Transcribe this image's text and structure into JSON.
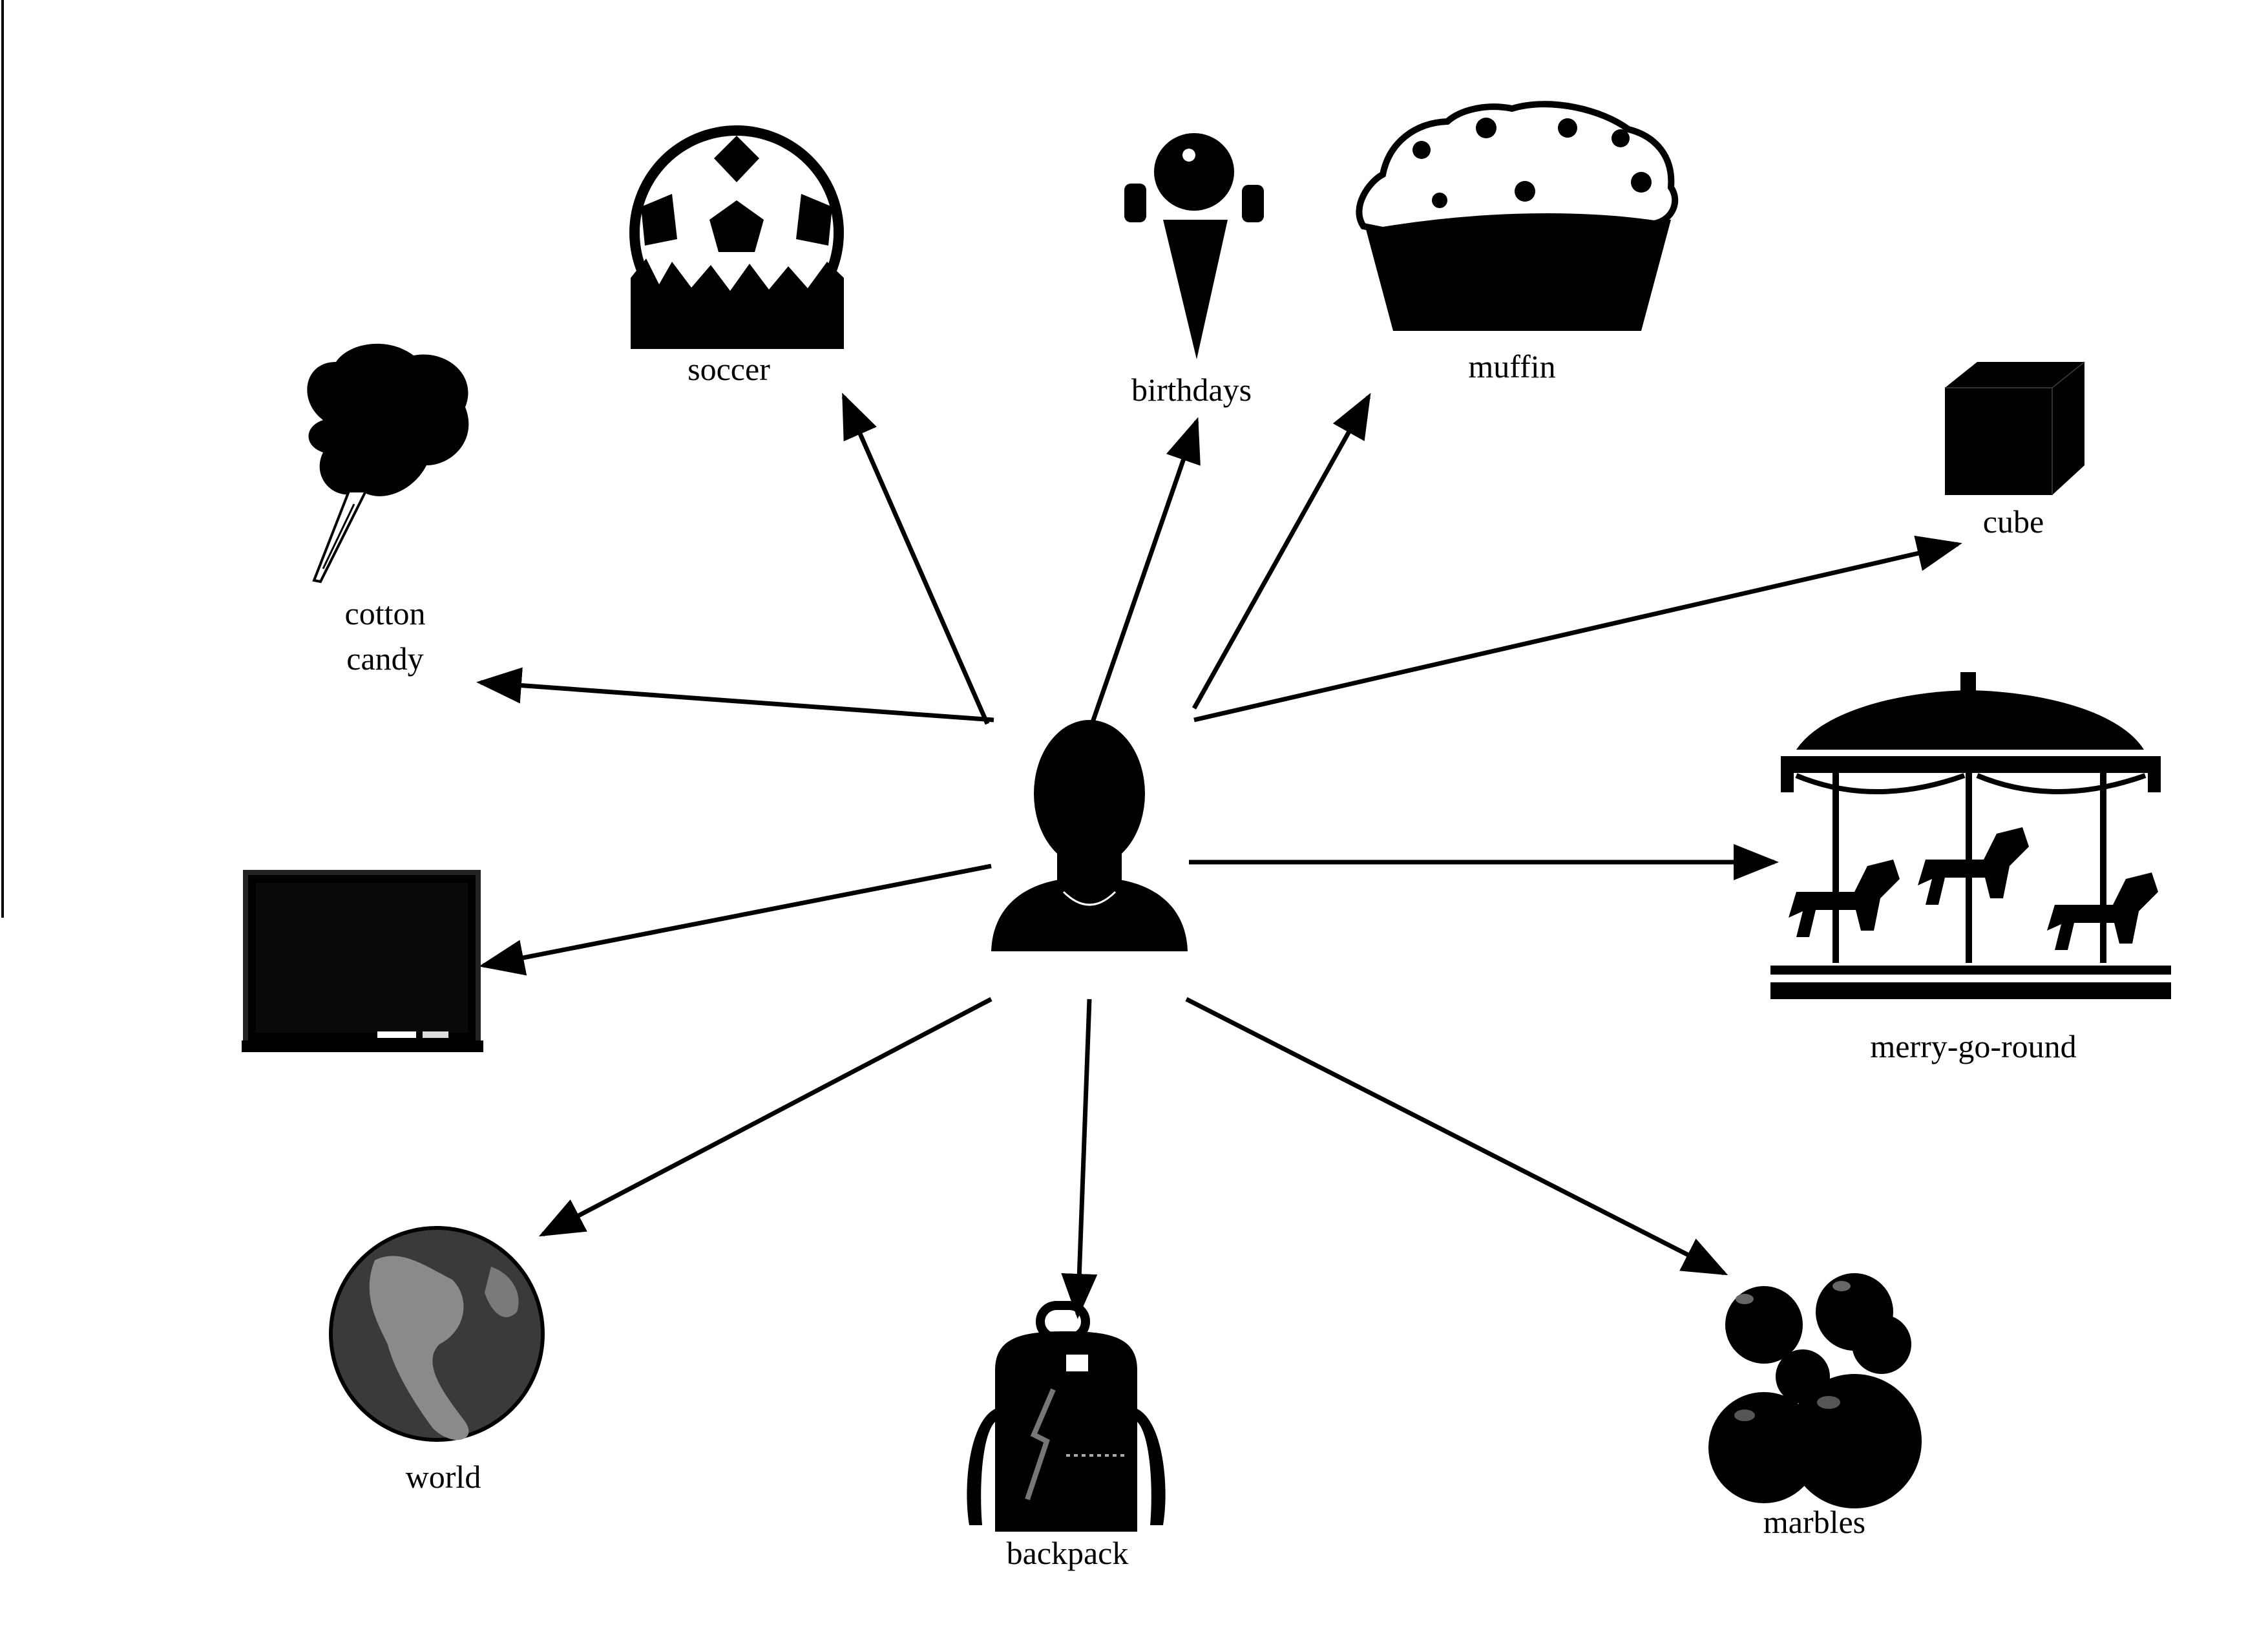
{
  "diagram": {
    "center": {
      "icon": "child-silhouette-icon"
    },
    "nodes": [
      {
        "id": "soccer",
        "label": "soccer",
        "icon": "soccer-ball-icon"
      },
      {
        "id": "birthdays",
        "label": "birthdays",
        "icon": "ice-cream-cone-icon"
      },
      {
        "id": "muffin",
        "label": "muffin",
        "icon": "muffin-icon"
      },
      {
        "id": "cube",
        "label": "cube",
        "icon": "cube-icon"
      },
      {
        "id": "cotton-candy",
        "label_lines": [
          "cotton",
          "candy"
        ],
        "icon": "cotton-candy-icon"
      },
      {
        "id": "merry-go-round",
        "label": "merry-go-round",
        "icon": "carousel-icon"
      },
      {
        "id": "chalkboard",
        "label": "",
        "icon": "chalkboard-icon"
      },
      {
        "id": "world",
        "label": "world",
        "icon": "globe-icon"
      },
      {
        "id": "backpack",
        "label": "backpack",
        "icon": "backpack-icon"
      },
      {
        "id": "marbles",
        "label": "marbles",
        "icon": "marbles-icon"
      }
    ],
    "edges": [
      {
        "from": "center",
        "to": "soccer"
      },
      {
        "from": "center",
        "to": "birthdays"
      },
      {
        "from": "center",
        "to": "muffin"
      },
      {
        "from": "center",
        "to": "cube"
      },
      {
        "from": "center",
        "to": "cotton-candy"
      },
      {
        "from": "center",
        "to": "merry-go-round"
      },
      {
        "from": "center",
        "to": "chalkboard"
      },
      {
        "from": "center",
        "to": "world"
      },
      {
        "from": "center",
        "to": "backpack"
      },
      {
        "from": "center",
        "to": "marbles"
      }
    ]
  }
}
